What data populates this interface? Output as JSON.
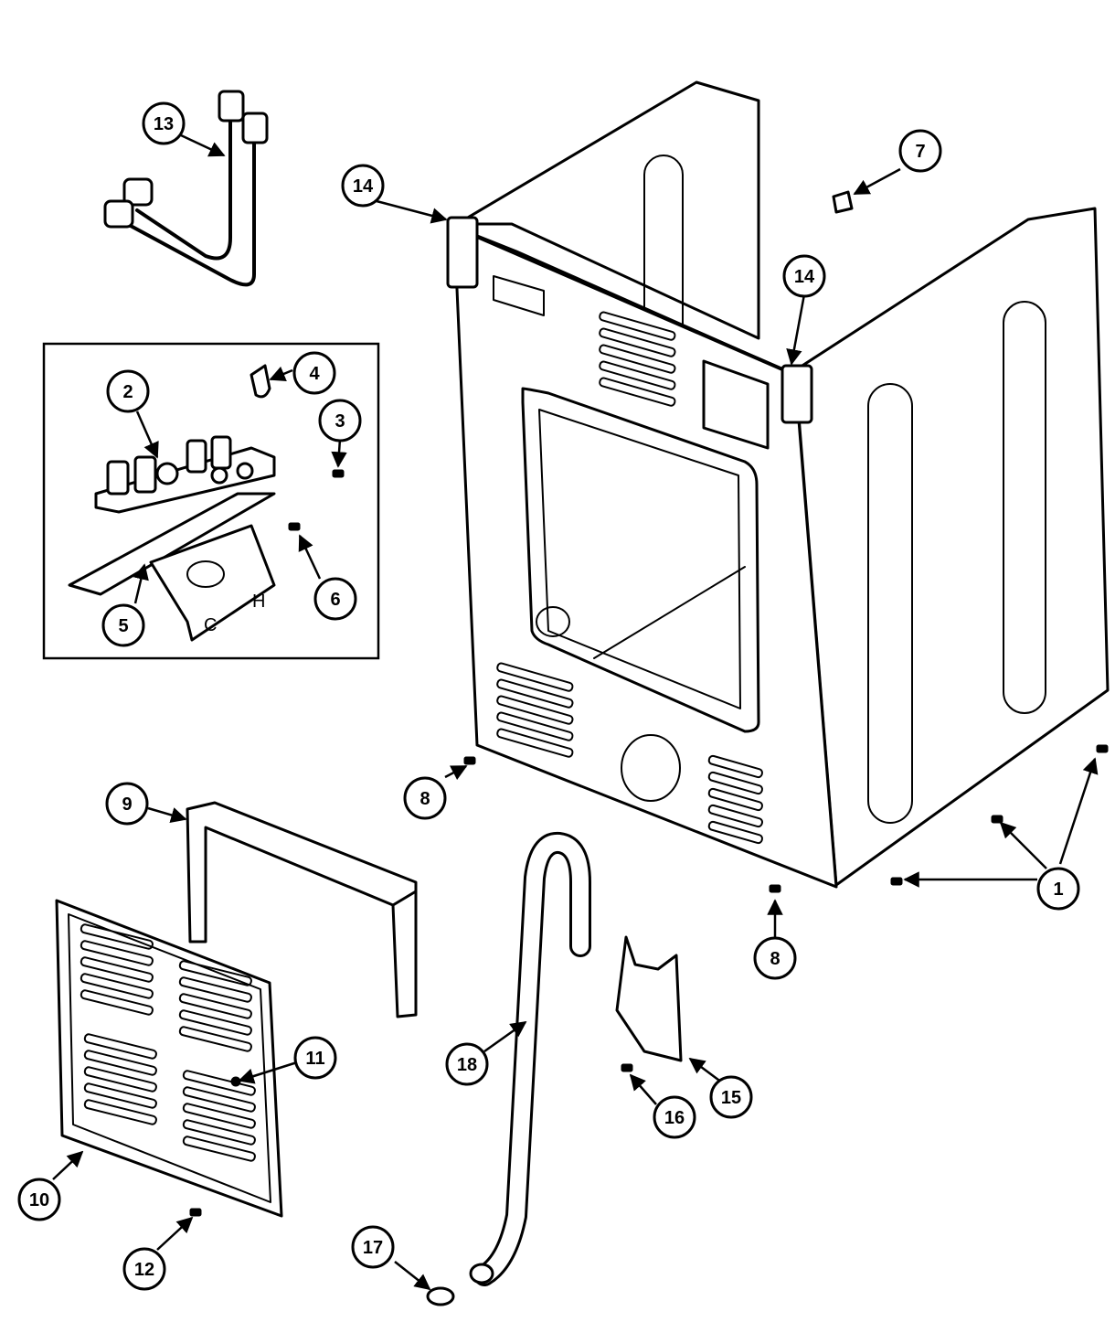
{
  "callouts": [
    {
      "id": "c1",
      "label": "1"
    },
    {
      "id": "c2",
      "label": "2"
    },
    {
      "id": "c3",
      "label": "3"
    },
    {
      "id": "c4",
      "label": "4"
    },
    {
      "id": "c5",
      "label": "5"
    },
    {
      "id": "c6",
      "label": "6"
    },
    {
      "id": "c7",
      "label": "7"
    },
    {
      "id": "c8a",
      "label": "8"
    },
    {
      "id": "c8b",
      "label": "8"
    },
    {
      "id": "c9",
      "label": "9"
    },
    {
      "id": "c10",
      "label": "10"
    },
    {
      "id": "c11",
      "label": "11"
    },
    {
      "id": "c12",
      "label": "12"
    },
    {
      "id": "c13",
      "label": "13"
    },
    {
      "id": "c14a",
      "label": "14"
    },
    {
      "id": "c14b",
      "label": "14"
    },
    {
      "id": "c15",
      "label": "15"
    },
    {
      "id": "c16",
      "label": "16"
    },
    {
      "id": "c17",
      "label": "17"
    },
    {
      "id": "c18",
      "label": "18"
    }
  ],
  "valve_bracket": {
    "cold_mark": "C",
    "hot_mark": "H"
  }
}
